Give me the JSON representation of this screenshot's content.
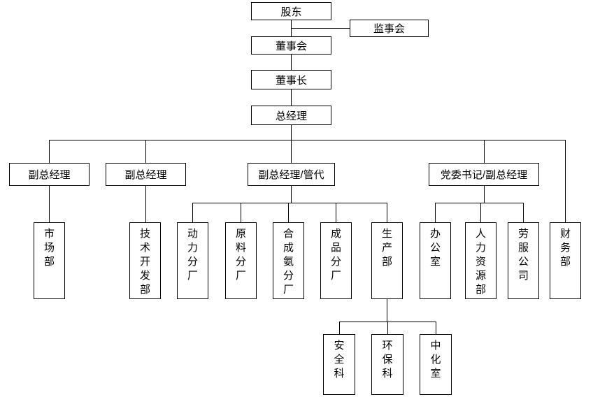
{
  "diagram": {
    "type": "organization-chart",
    "colors": {
      "border": "#000000",
      "background": "#ffffff",
      "text": "#000000"
    },
    "nodes": {
      "shareholders": "股东",
      "supervisory_board": "监事会",
      "board_of_directors": "董事会",
      "chairman": "董事长",
      "general_manager": "总经理",
      "deputy_gm_1": "副总经理",
      "deputy_gm_2": "副总经理",
      "deputy_gm_mgmt_rep": "副总经理/管代",
      "party_secretary_deputy_gm": "党委书记/副总经理",
      "marketing_dept": "市场部",
      "tech_development_dept": "技术开发部",
      "power_branch_plant": "动力分厂",
      "raw_material_branch_plant": "原料分厂",
      "ammonia_branch_plant": "合成氨分厂",
      "finished_product_branch_plant": "成品分厂",
      "production_dept": "生产部",
      "office": "办公室",
      "hr_dept": "人力资源部",
      "labor_service_company": "劳服公司",
      "finance_dept": "财务部",
      "safety_section": "安全科",
      "environmental_section": "环保科",
      "central_lab": "中化室"
    },
    "hierarchy": {
      "shareholders": [
        "supervisory_board",
        "board_of_directors"
      ],
      "board_of_directors": [
        "chairman"
      ],
      "chairman": [
        "general_manager"
      ],
      "general_manager": [
        "deputy_gm_1",
        "deputy_gm_2",
        "deputy_gm_mgmt_rep",
        "party_secretary_deputy_gm",
        "finance_dept"
      ],
      "deputy_gm_1": [
        "marketing_dept"
      ],
      "deputy_gm_2": [
        "tech_development_dept"
      ],
      "deputy_gm_mgmt_rep": [
        "power_branch_plant",
        "raw_material_branch_plant",
        "ammonia_branch_plant",
        "finished_product_branch_plant",
        "production_dept"
      ],
      "party_secretary_deputy_gm": [
        "office",
        "hr_dept",
        "labor_service_company"
      ],
      "production_dept": [
        "safety_section",
        "environmental_section",
        "central_lab"
      ]
    }
  }
}
